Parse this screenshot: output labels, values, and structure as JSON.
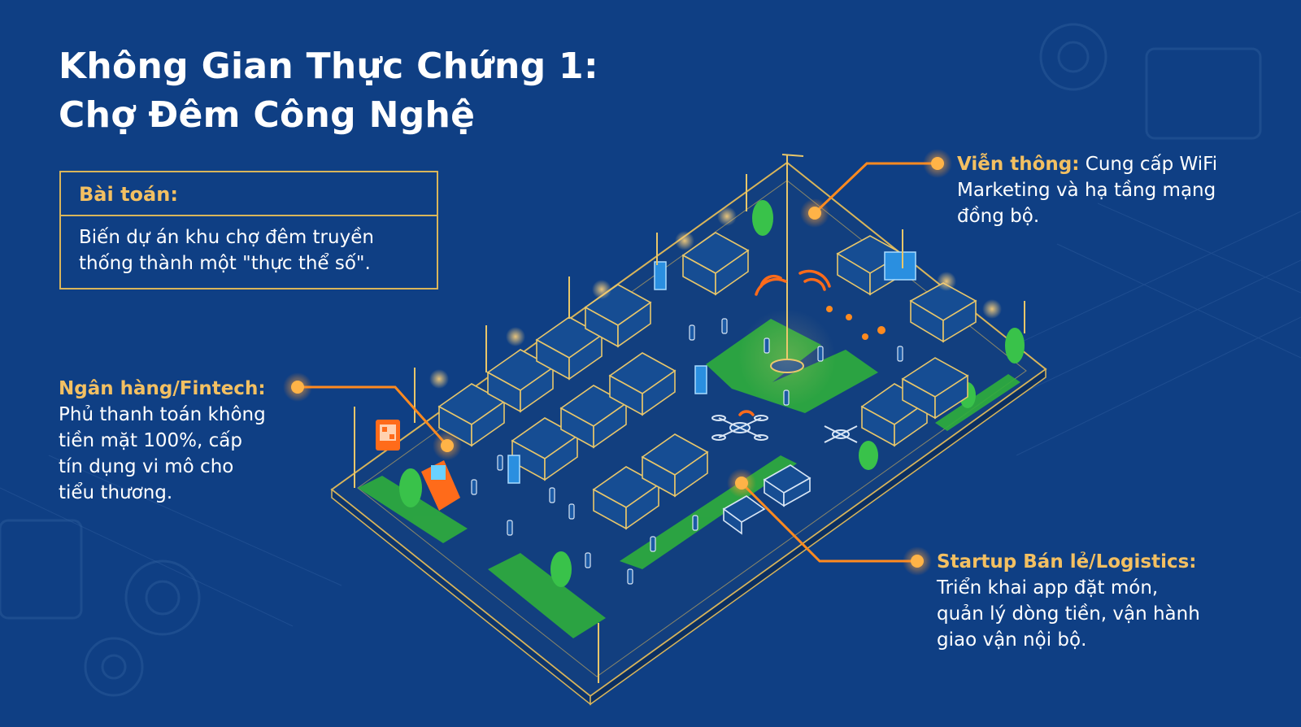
{
  "title": {
    "line1": "Không Gian Thực Chứng 1:",
    "line2": "Chợ Đêm Công Nghệ"
  },
  "problem": {
    "heading": "Bài toán:",
    "body_lines": [
      "Biến dự án khu chợ đêm truyền",
      "thống thành một \"thực thể số\"."
    ]
  },
  "callouts": {
    "telecom": {
      "label": "Viễn thông:",
      "lines": [
        " Cung cấp WiFi",
        "Marketing và hạ tầng mạng",
        "đồng bộ."
      ]
    },
    "bank": {
      "label": "Ngân hàng/Fintech:",
      "lines": [
        "Phủ thanh toán không",
        "tiền mặt 100%, cấp",
        "tín dụng vi mô cho",
        "tiểu thương."
      ]
    },
    "retail": {
      "label": "Startup Bán lẻ/Logistics:",
      "lines": [
        "Triển khai app đặt món,",
        "quản lý dòng tiền, vận hành",
        "giao vận nội bộ."
      ]
    }
  },
  "icons": [
    "wifi-icon",
    "qr-code-icon",
    "atm-kiosk-icon",
    "drone-icon",
    "delivery-van-icon",
    "gear-icon"
  ],
  "colors": {
    "background": "#0f3f84",
    "accent_gold": "#f3c062",
    "box_border": "#d9b55a",
    "callout_orange": "#ff8a1f",
    "green_zone": "#2fae3c",
    "stall_line": "#e8c66a",
    "screen_cyan": "#3fb6ff"
  }
}
